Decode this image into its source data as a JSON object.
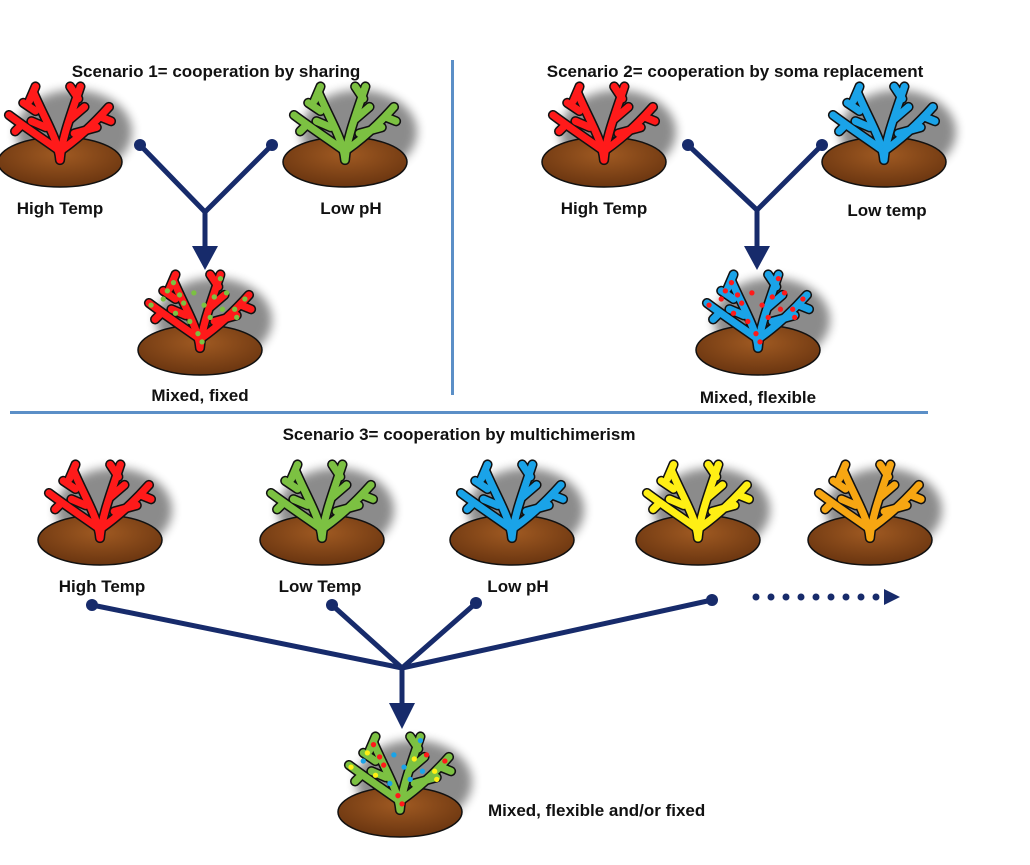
{
  "scenarios": [
    {
      "title": "Scenario 1= cooperation by sharing",
      "inputs": [
        "High Temp",
        "Low pH"
      ],
      "output": "Mixed, fixed"
    },
    {
      "title": "Scenario 2= cooperation by soma replacement",
      "inputs": [
        "High Temp",
        "Low temp"
      ],
      "output": "Mixed, flexible"
    },
    {
      "title": "Scenario 3= cooperation by multichimerism",
      "inputs": [
        "High Temp",
        "Low Temp",
        "Low pH",
        "",
        ""
      ],
      "output": "Mixed, flexible and/or fixed"
    }
  ],
  "colors": {
    "red": "#ff1a1a",
    "green": "#7cc142",
    "blue": "#1aa3e8",
    "yellow": "#ffef14",
    "orange": "#f7a612",
    "base": "#7a3f12",
    "arrow": "#172b6b",
    "divider": "#5b8fc7"
  }
}
